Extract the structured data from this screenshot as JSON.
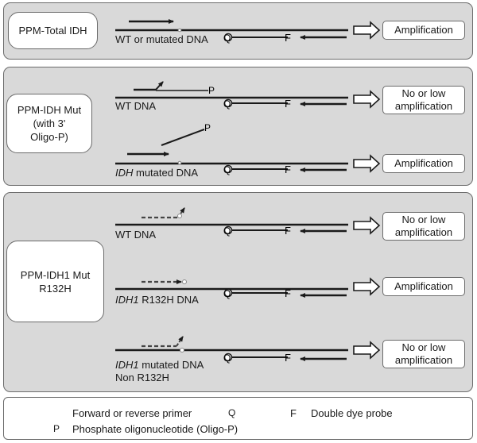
{
  "panels": [
    {
      "label": "PPM-Total IDH"
    },
    {
      "label": "PPM-IDH Mut\n(with 3'\nOligo-P)"
    },
    {
      "label": "PPM-IDH1 Mut\nR132H"
    }
  ],
  "rows": [
    {
      "dna": "WT or mutated DNA",
      "result": "Amplification"
    },
    {
      "dna": "WT DNA",
      "result": "No or low\namplification"
    },
    {
      "dna_em": "IDH",
      "dna_rest": " mutated DNA",
      "result": "Amplification"
    },
    {
      "dna": "WT DNA",
      "result": "No or low\namplification"
    },
    {
      "dna_em": "IDH1",
      "dna_rest": " R132H DNA",
      "result": "Amplification"
    },
    {
      "dna_em": "IDH1",
      "dna_rest": " mutated DNA",
      "dna_line2": "Non R132H",
      "result": "No or low\namplification"
    }
  ],
  "marks": {
    "probe_quencher": "Q",
    "probe_fluor": "F",
    "phosphate": "P"
  },
  "legend": {
    "primer": "Forward or reverse primer",
    "probe": "Double dye probe",
    "oligo": "Phosphate oligonucleotide (Oligo-P)",
    "probe_q": "Q",
    "probe_f": "F",
    "oligo_p": "P"
  }
}
